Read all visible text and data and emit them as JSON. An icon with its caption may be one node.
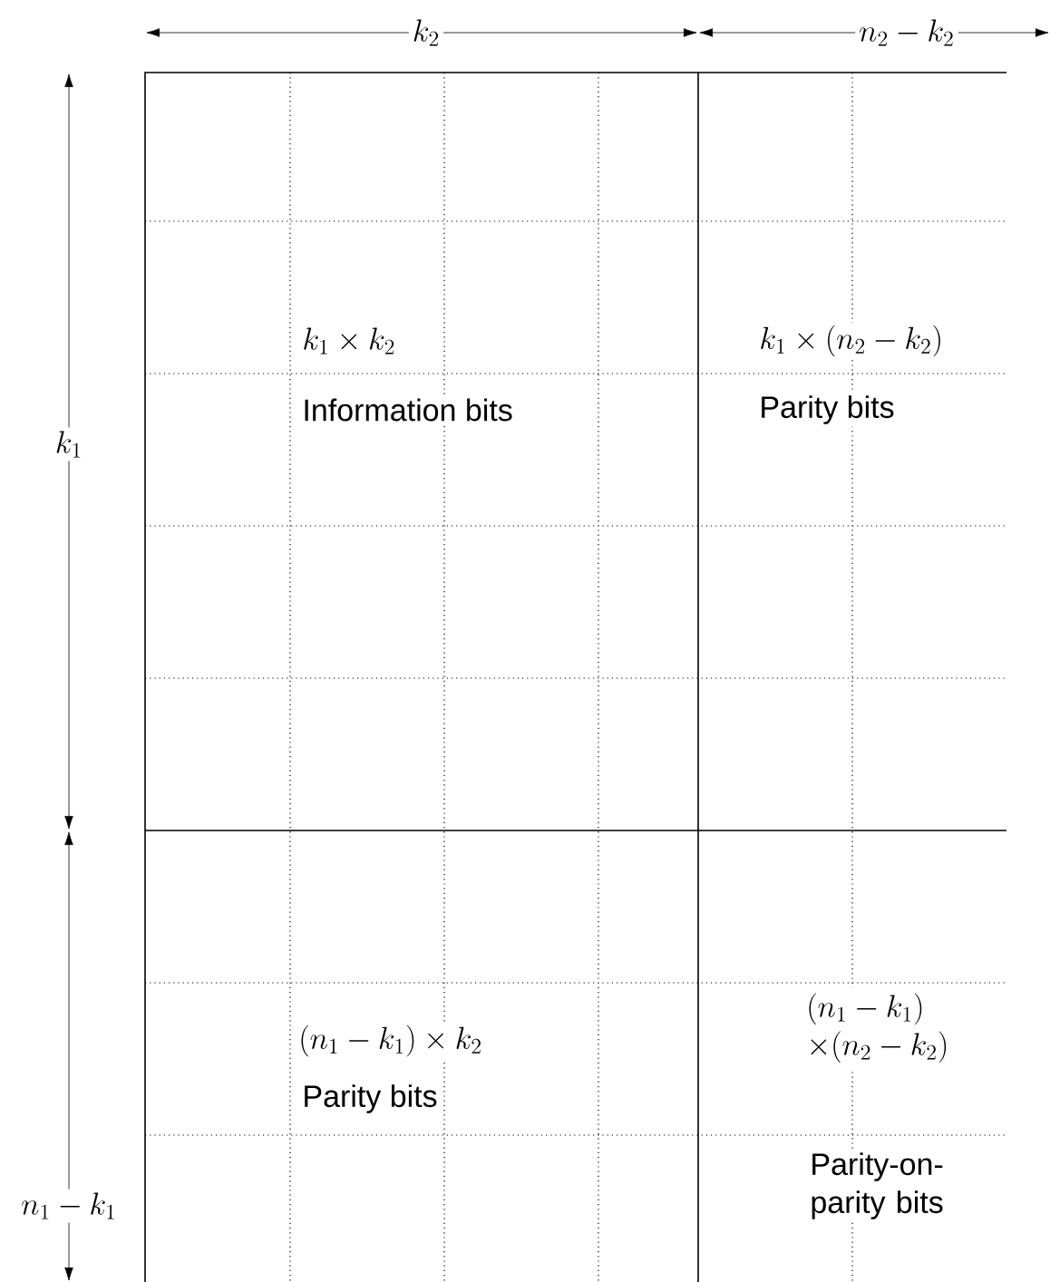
{
  "diagram": {
    "nodes": [
      {
        "text": [
          "k_1 \\times k_2",
          "Information bits"
        ]
      },
      {
        "text": [
          "k_1 \\times (n_2 - k_2)",
          "Parity bits"
        ]
      },
      {
        "text": [
          "(n_1 - k_1) \\times k_2",
          "Parity bits"
        ]
      },
      {
        "text": [
          "\\begin{array}{@{}l@{}}(n_1 - k_1)\\\\ \\times (n_2 - k_2)\\end{array}",
          "Parity-on-parity bits"
        ]
      }
    ],
    "labels": [
      "k_2",
      "n_2 - k_2",
      "k_1",
      "n_1 - k_1"
    ]
  }
}
